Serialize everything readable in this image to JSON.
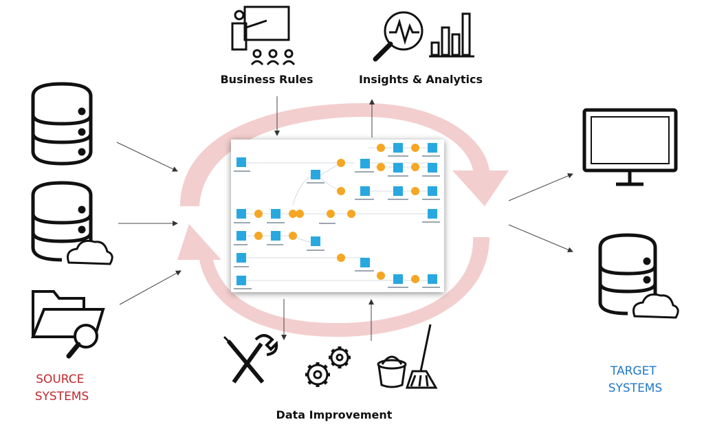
{
  "labels": {
    "business_rules": "Business Rules",
    "insights": "Insights & Analytics",
    "data_improvement": "Data Improvement",
    "source_line1": "SOURCE",
    "source_line2": "SYSTEMS",
    "target_line1": "TARGET",
    "target_line2": "SYSTEMS"
  },
  "colors": {
    "cycle_arrow": "#f2c9c9",
    "source_text": "#c0282d",
    "target_text": "#1f78c8",
    "node_blue": "#29a8e0",
    "node_orange": "#f5a623",
    "icon_stroke": "#111111"
  },
  "icons": {
    "sources": [
      "database-icon",
      "cloud-database-icon",
      "folder-search-icon"
    ],
    "targets": [
      "monitor-icon",
      "cloud-database-icon"
    ],
    "top": [
      "presentation-icon",
      "analytics-icon"
    ],
    "bottom": [
      "tools-icon",
      "gears-icon",
      "cleaning-icon"
    ]
  }
}
